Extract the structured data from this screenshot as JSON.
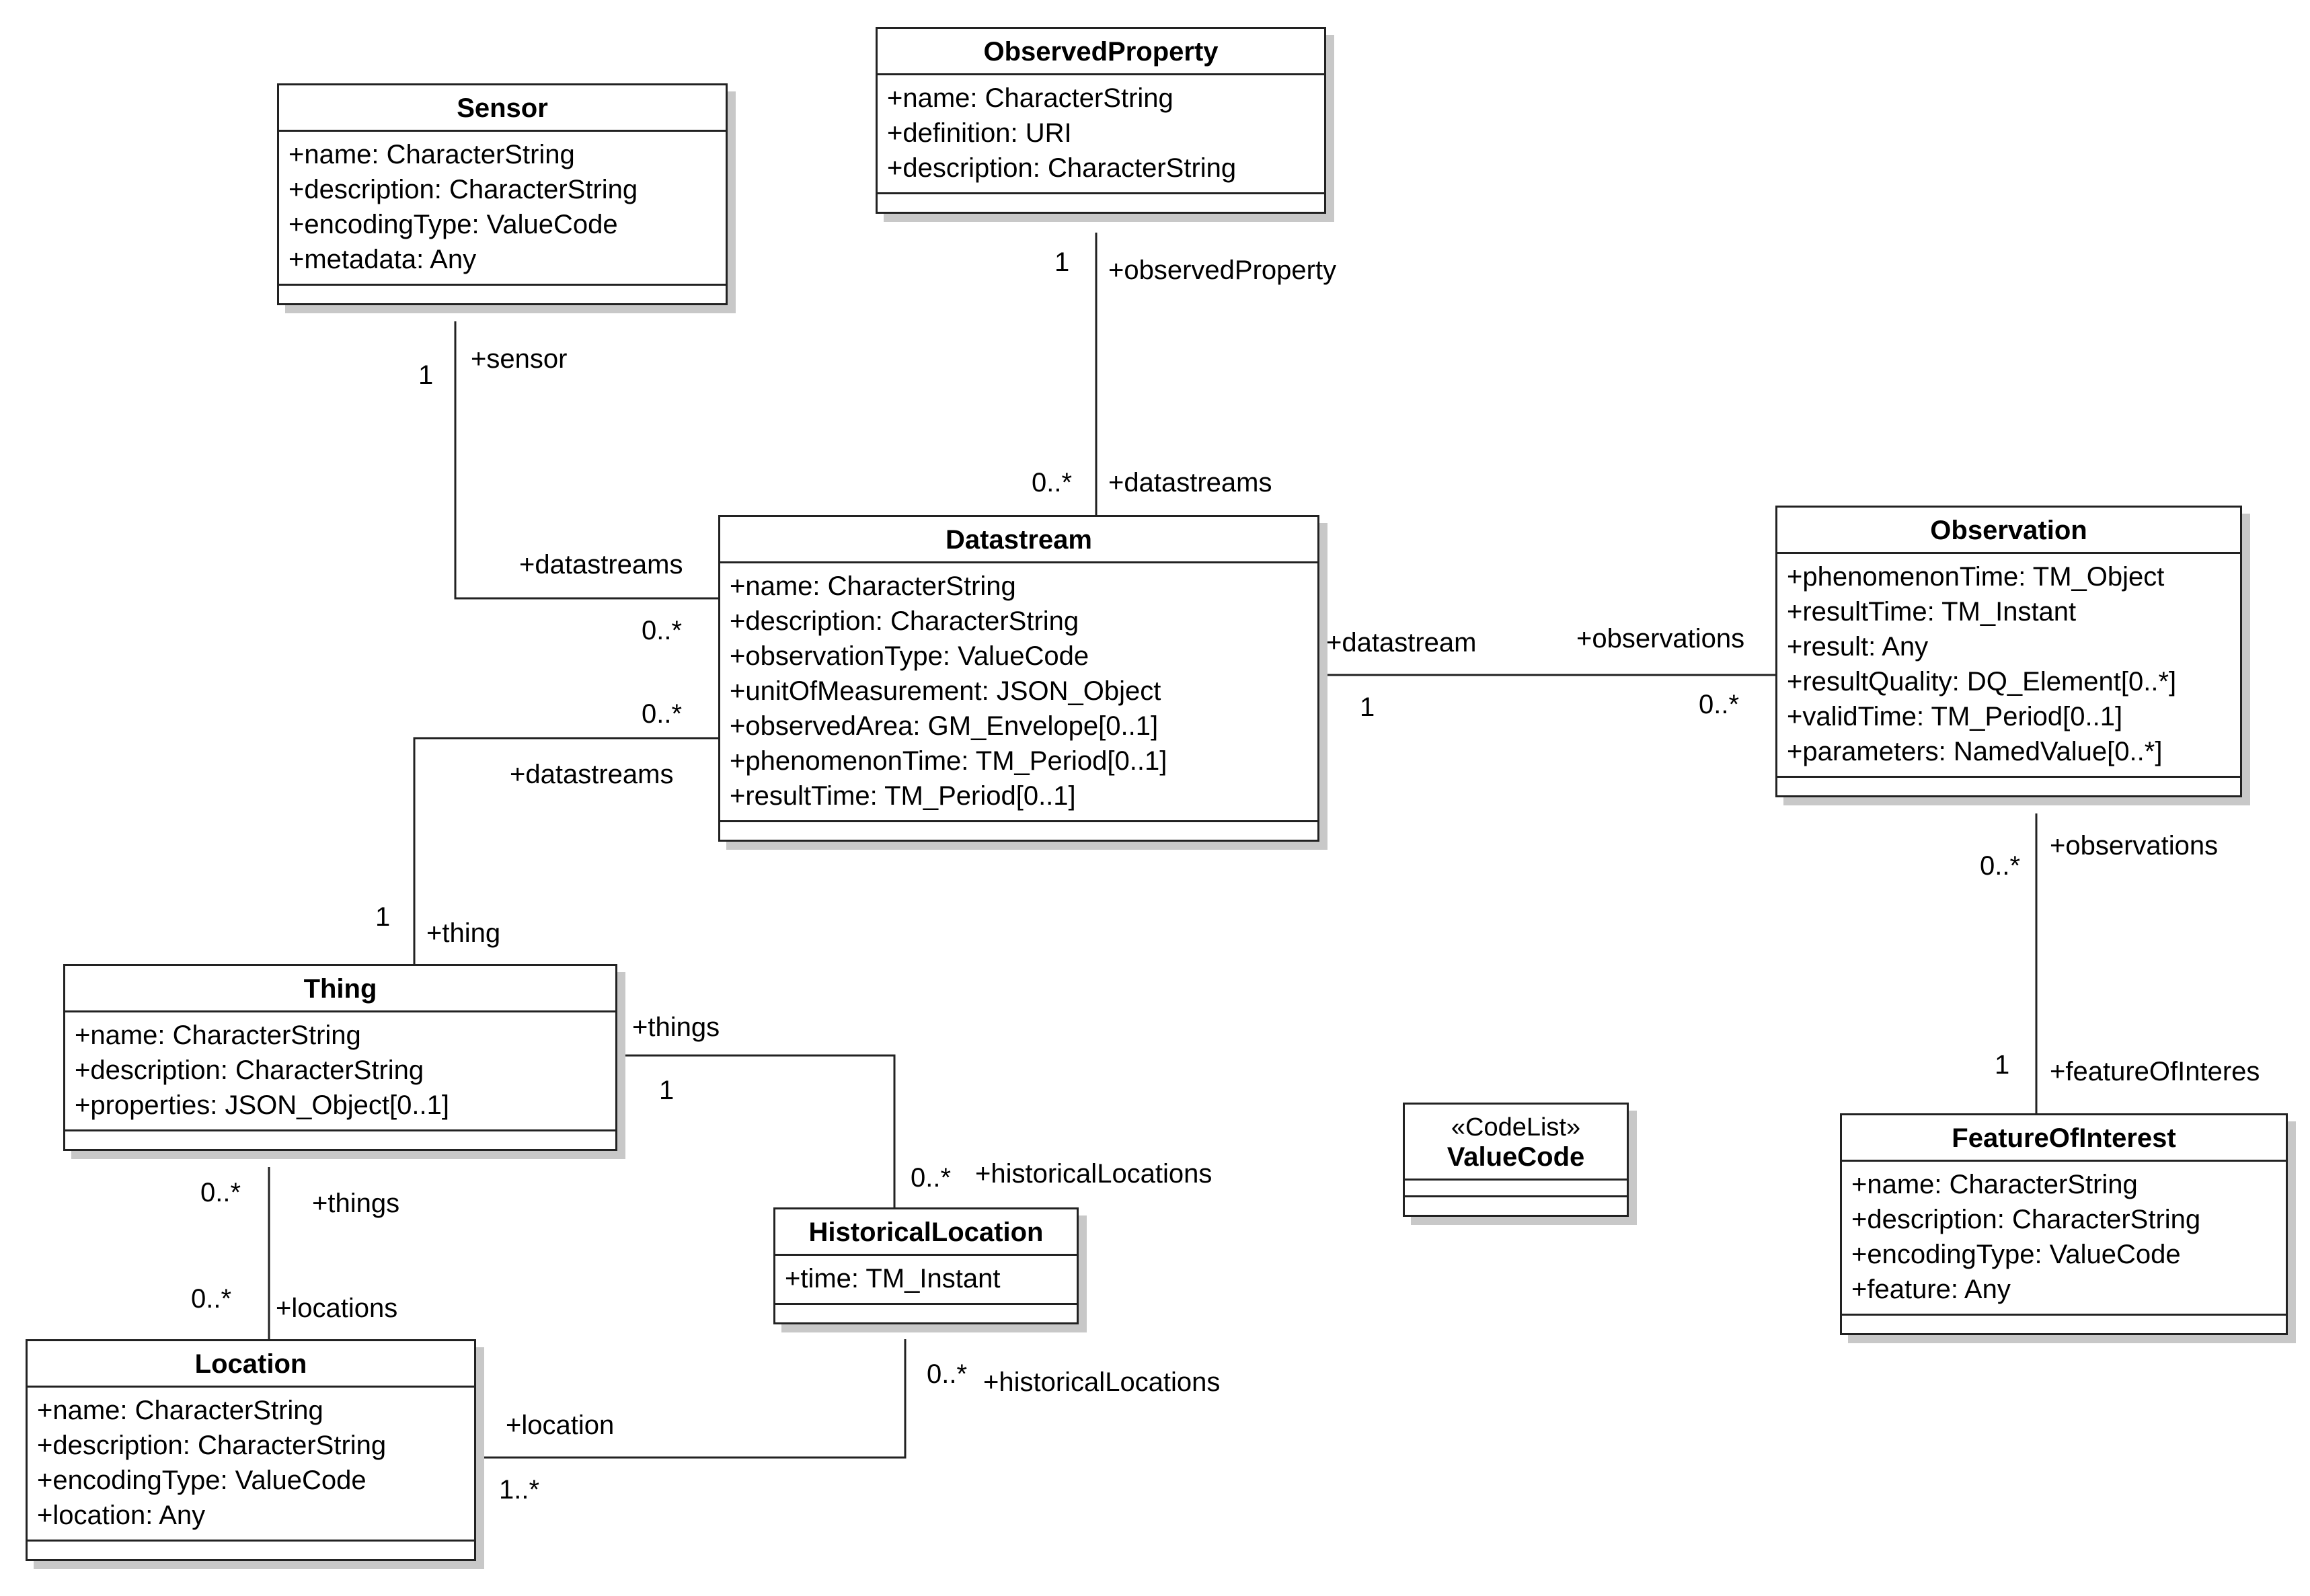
{
  "classes": {
    "sensor": {
      "name": "Sensor",
      "attributes": [
        "+name: CharacterString",
        "+description: CharacterString",
        "+encodingType: ValueCode",
        "+metadata: Any"
      ]
    },
    "observed_property": {
      "name": "ObservedProperty",
      "attributes": [
        "+name: CharacterString",
        "+definition: URI",
        "+description: CharacterString"
      ]
    },
    "datastream": {
      "name": "Datastream",
      "attributes": [
        "+name: CharacterString",
        "+description: CharacterString",
        "+observationType: ValueCode",
        "+unitOfMeasurement: JSON_Object",
        "+observedArea: GM_Envelope[0..1]",
        "+phenomenonTime: TM_Period[0..1]",
        "+resultTime: TM_Period[0..1]"
      ]
    },
    "observation": {
      "name": "Observation",
      "attributes": [
        "+phenomenonTime: TM_Object",
        "+resultTime: TM_Instant",
        "+result: Any",
        "+resultQuality: DQ_Element[0..*]",
        "+validTime: TM_Period[0..1]",
        "+parameters: NamedValue[0..*]"
      ]
    },
    "thing": {
      "name": "Thing",
      "attributes": [
        "+name: CharacterString",
        "+description: CharacterString",
        "+properties: JSON_Object[0..1]"
      ]
    },
    "historical_location": {
      "name": "HistoricalLocation",
      "attributes": [
        "+time: TM_Instant"
      ]
    },
    "location": {
      "name": "Location",
      "attributes": [
        "+name: CharacterString",
        "+description: CharacterString",
        "+encodingType: ValueCode",
        "+location: Any"
      ]
    },
    "feature_of_interest": {
      "name": "FeatureOfInterest",
      "attributes": [
        "+name: CharacterString",
        "+description: CharacterString",
        "+encodingType: ValueCode",
        "+feature: Any"
      ]
    },
    "value_code": {
      "stereotype": "«CodeList»",
      "name": "ValueCode"
    }
  },
  "associations": {
    "sensor_datastream": {
      "sensor_mult": "1",
      "sensor_role": "+sensor",
      "ds_role": "+datastreams",
      "ds_mult": "0..*"
    },
    "obsprop_datastream": {
      "op_mult": "1",
      "op_role": "+observedProperty",
      "ds_mult": "0..*",
      "ds_role": "+datastreams"
    },
    "datastream_observation": {
      "ds_role": "+datastream",
      "ds_mult": "1",
      "obs_role": "+observations",
      "obs_mult": "0..*"
    },
    "thing_datastream": {
      "ds_mult": "0..*",
      "ds_role": "+datastreams",
      "thing_mult": "1",
      "thing_role": "+thing"
    },
    "thing_historical": {
      "thing_role": "+things",
      "thing_mult": "1",
      "hl_mult": "0..*",
      "hl_role": "+historicalLocations"
    },
    "thing_location": {
      "thing_mult": "0..*",
      "thing_role": "+things",
      "loc_mult": "0..*",
      "loc_role": "+locations"
    },
    "location_historical": {
      "hl_mult": "0..*",
      "hl_role": "+historicalLocations",
      "loc_role": "+location",
      "loc_mult": "1..*"
    },
    "observation_foi": {
      "obs_mult": "0..*",
      "obs_role": "+observations",
      "foi_mult": "1",
      "foi_role": "+featureOfInteres"
    }
  }
}
